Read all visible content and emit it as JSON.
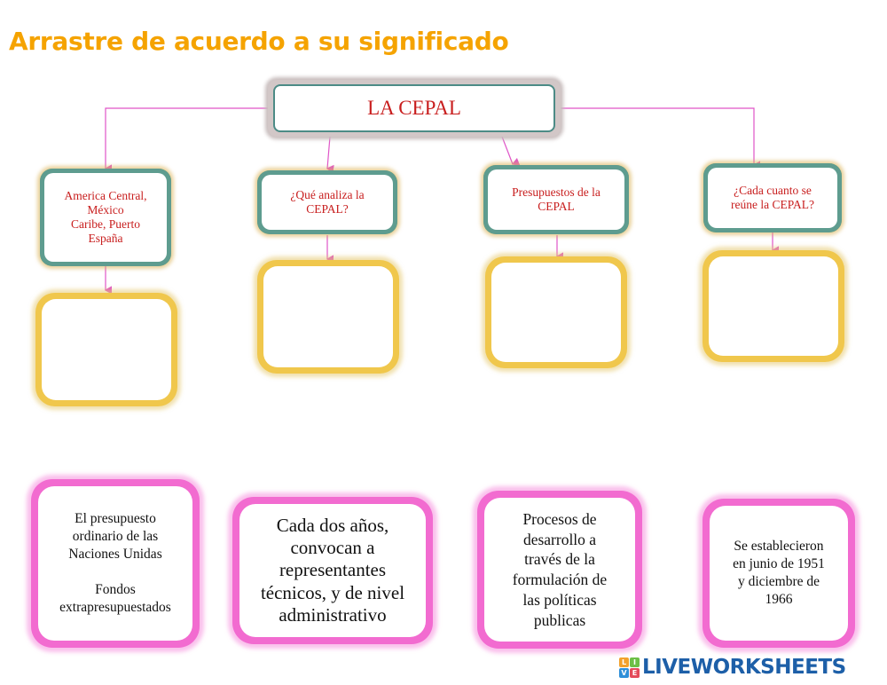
{
  "title": "Arrastre de acuerdo a su significado",
  "root": {
    "label": "LA CEPAL"
  },
  "questions": [
    {
      "lines": [
        "America Central,",
        "México",
        "Caribe, Puerto",
        "España"
      ]
    },
    {
      "lines": [
        "¿Qué analiza la",
        "CEPAL?"
      ]
    },
    {
      "lines": [
        "Presupuestos de la",
        "CEPAL"
      ]
    },
    {
      "lines": [
        "¿Cada cuanto se",
        "reúne la CEPAL?"
      ]
    }
  ],
  "cards": [
    {
      "lines": [
        "El presupuesto",
        "ordinario de las",
        "Naciones Unidas"
      ],
      "lines2": [
        "Fondos",
        "extrapresupuestados"
      ]
    },
    {
      "lines": [
        "Cada dos años,",
        "convocan a",
        "representantes",
        "técnicos, y de nivel",
        "administrativo"
      ]
    },
    {
      "lines": [
        "Procesos de",
        "desarrollo a",
        "través de la",
        "formulación de",
        "las políticas",
        "publicas"
      ]
    },
    {
      "lines": [
        "Se establecieron",
        "en junio de 1951",
        "y diciembre de",
        "1966"
      ]
    }
  ],
  "logo": {
    "mark": [
      "L",
      "I",
      "V",
      "E"
    ],
    "mark_colors": [
      "#f2a12c",
      "#6cbf46",
      "#2f8fd8",
      "#e44a5a"
    ],
    "text": "LIVEWORKSHEETS"
  },
  "colors": {
    "title": "#f5a300",
    "question_text": "#c81e1e",
    "connector": "#e055c8",
    "drop_border": "#f0c74c",
    "card_border": "#f26bd0",
    "question_ring": "#5e9c8f"
  }
}
